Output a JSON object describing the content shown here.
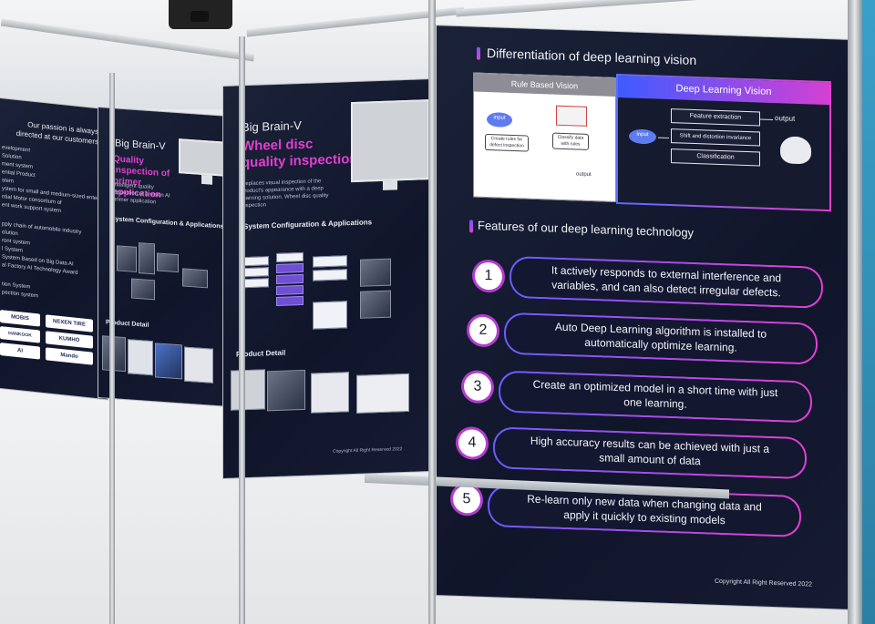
{
  "panel_left": {
    "headline": "Our passion is always directed at our customers",
    "lines": [
      "evelopment",
      "Solution",
      "ment system",
      "ential Product",
      "stem",
      "ystem for small and medium-sized enterprises",
      "ntial Motor consortium of",
      "ent work support system",
      "pply chain of automobile industry",
      "olution",
      "ront system",
      "l System",
      "System Based on Big Data AI",
      "al Factory AI Technology Award",
      "tion System",
      "pection system"
    ],
    "logos": [
      "MOBIS",
      "NEXEN TIRE",
      "HANKOOK POWERTECH",
      "KUMHO",
      "AI",
      "Mando"
    ]
  },
  "panel_primer": {
    "brand": "Big Brain-V",
    "title": "Quality inspection of primer application",
    "desc": "Intelligent quality inspection of a vision AI primer application",
    "section_system": "System Configuration & Applications",
    "section_product": "Product Detail"
  },
  "panel_wheel": {
    "brand": "Big Brain-V",
    "title_line1": "Wheel disc",
    "title_line2": "quality inspection",
    "desc": "Replaces visual inspection of the product's appearance with a deep learning solution. Wheel disc quality inspection",
    "section_system": "System Configuration & Applications",
    "section_product": "Product Detail",
    "copyright": "Copyright All Right Reserved 2022"
  },
  "panel_main": {
    "title": "Differentiation of deep learning vision",
    "rule_based": {
      "header": "Rule Based Vision",
      "input": "input",
      "step1": "Create rules for defect inspection",
      "step2": "Classify data with rules",
      "output": "output"
    },
    "deep_learning": {
      "header": "Deep Learning Vision",
      "input": "input",
      "steps": [
        "Feature extraction",
        "Shift and distortion invariance",
        "Classification"
      ],
      "output": "output"
    },
    "features_title": "Features of our deep learning technology",
    "features": [
      {
        "num": "1",
        "text": "It actively responds to external interference and variables, and can also detect irregular defects."
      },
      {
        "num": "2",
        "text": "Auto Deep Learning algorithm is installed to automatically optimize learning."
      },
      {
        "num": "3",
        "text": "Create an optimized model in a short time with just one learning."
      },
      {
        "num": "4",
        "text": "High accuracy results can be achieved with just a small amount of data"
      },
      {
        "num": "5",
        "text": "Re-learn only new data when changing data and apply it quickly to existing models"
      }
    ],
    "copyright": "Copyright All Right Reserved 2022"
  },
  "colors": {
    "panel_bg": "#131730",
    "accent_pink": "#e23fd0",
    "accent_blue": "#5b6cff"
  }
}
